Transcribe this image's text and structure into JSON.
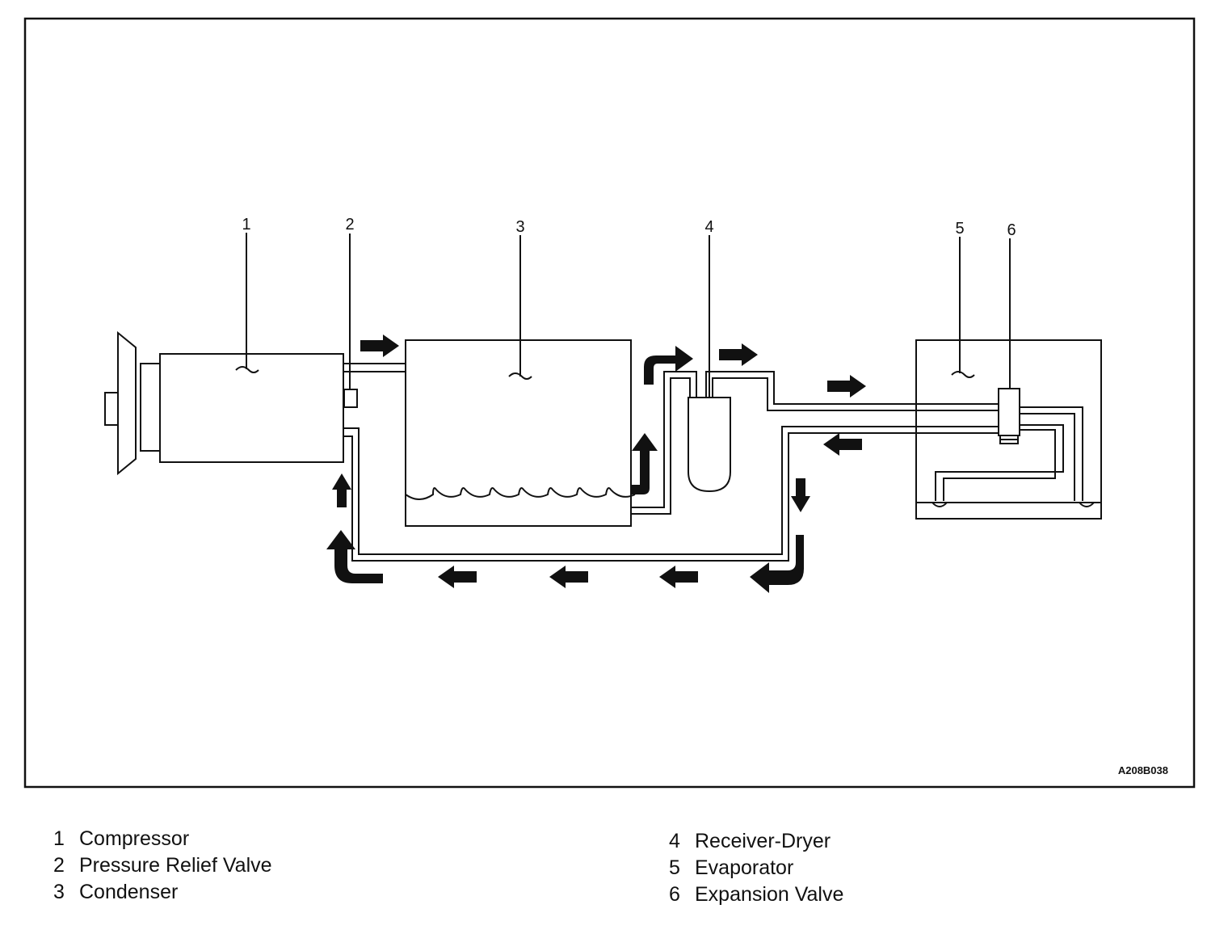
{
  "figure_id": "A208B038",
  "callouts": [
    "1",
    "2",
    "3",
    "4",
    "5",
    "6"
  ],
  "legend": [
    {
      "num": "1",
      "label": "Compressor"
    },
    {
      "num": "2",
      "label": "Pressure Relief Valve"
    },
    {
      "num": "3",
      "label": "Condenser"
    },
    {
      "num": "4",
      "label": "Receiver-Dryer"
    },
    {
      "num": "5",
      "label": "Evaporator"
    },
    {
      "num": "6",
      "label": "Expansion Valve"
    }
  ]
}
